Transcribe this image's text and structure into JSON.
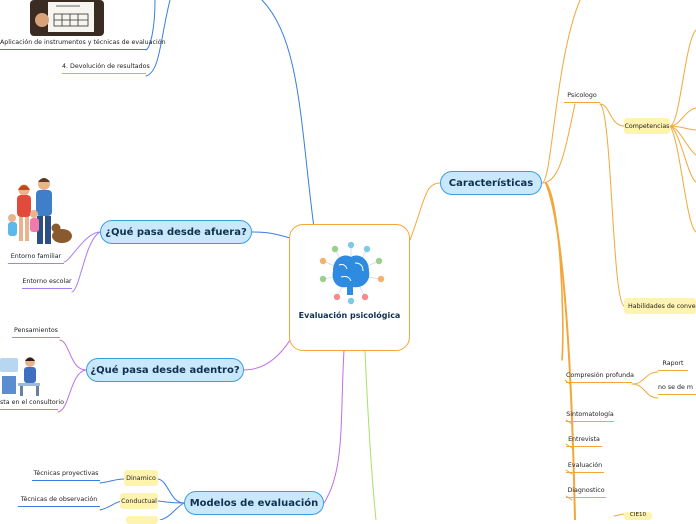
{
  "center": {
    "title": "Evaluación psicológica",
    "icon": "brain-icon"
  },
  "branches": {
    "caracteristicas": "Características",
    "afuera": "¿Qué pasa desde afuera?",
    "adentro": "¿Qué pasa desde adentro?",
    "modelos": "Modelos de evaluación"
  },
  "caracteristicas_items": {
    "psicologo": "Psicologo",
    "competencias": "Competencias",
    "habilidades": "Habilidades de conversación",
    "comprension": "Compresión profunda",
    "raport": "Raport",
    "no_se": "no se de m",
    "sintomatologia": "Sintomatología",
    "entrevista": "Entrevista",
    "evaluacion": "Evaluación",
    "diagnostico": "Diagnostico",
    "cie": "CIE10"
  },
  "top_items": {
    "aplicacion": "Aplicación de instrumentos y técnicas de evaluación",
    "devolucion": "4. Devolución de resultados"
  },
  "afuera_items": {
    "familiar": "Entorno familiar",
    "escolar": "Entorno escolar"
  },
  "adentro_items": {
    "pensamientos": "Pensamientos",
    "consultorio": "sta en el consultorio"
  },
  "modelos_items": {
    "dinamico": "Dinamico",
    "conductual": "Conductual",
    "proyectivas": "Técnicas proyectivas",
    "observacion": "Técnicas de observación"
  },
  "colors": {
    "main_fill": "#c9e8fb",
    "main_border": "#3a9de0",
    "orange": "#f3a73a",
    "purple": "#a67ff0",
    "blue": "#3a7de0",
    "tag_fill": "#fff3b0",
    "green": "#a8e06a"
  }
}
